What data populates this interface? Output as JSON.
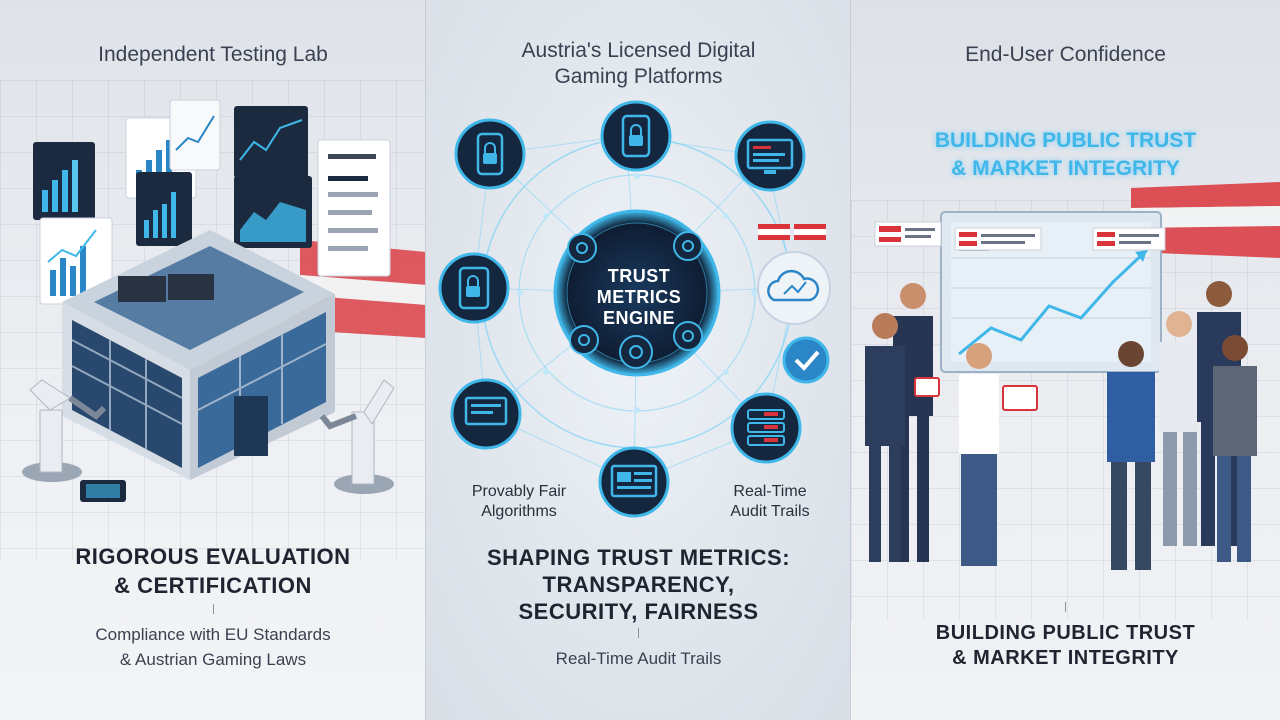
{
  "left_panel": {
    "title": "Independent Testing Lab",
    "heading_line1": "RIGOROUS EVALUATION",
    "heading_line2": "& CERTIFICATION",
    "sub_line1": "Compliance with EU Standards",
    "sub_line2": "& Austrian Gaming Laws"
  },
  "center_panel": {
    "title_line1": "Austria's Licensed Digital",
    "title_line2": "Gaming Platforms",
    "engine_line1": "TRUST",
    "engine_line2": "METRICS",
    "engine_line3": "ENGINE",
    "label_left_line1": "Provably Fair",
    "label_left_line2": "Algorithms",
    "label_right_line1": "Real-Time",
    "label_right_line2": "Audit Trails",
    "heading_line1": "SHAPING TRUST METRICS:",
    "heading_line2": "TRANSPARENCY,",
    "heading_line3": "SECURITY, FAIRNESS",
    "sub": "Real-Time Audit Trails"
  },
  "right_panel": {
    "title": "End-User Confidence",
    "glow_line1": "BUILDING PUBLIC TRUST",
    "glow_line2": "& MARKET INTEGRITY",
    "heading_line1": "BUILDING PUBLIC TRUST",
    "heading_line2": "& MARKET INTEGRITY"
  },
  "colors": {
    "accent_cyan": "#3fb7e8",
    "node_dark": "#15263f",
    "austria_red": "#d9343b",
    "text_dark": "#1f2430"
  },
  "icons": [
    "padlock-phone-icon",
    "padlock-tablet-icon",
    "monitor-icon",
    "cloud-sync-icon",
    "checkmark-badge-icon",
    "server-icon",
    "dashboard-icon",
    "settings-gear-icon"
  ]
}
